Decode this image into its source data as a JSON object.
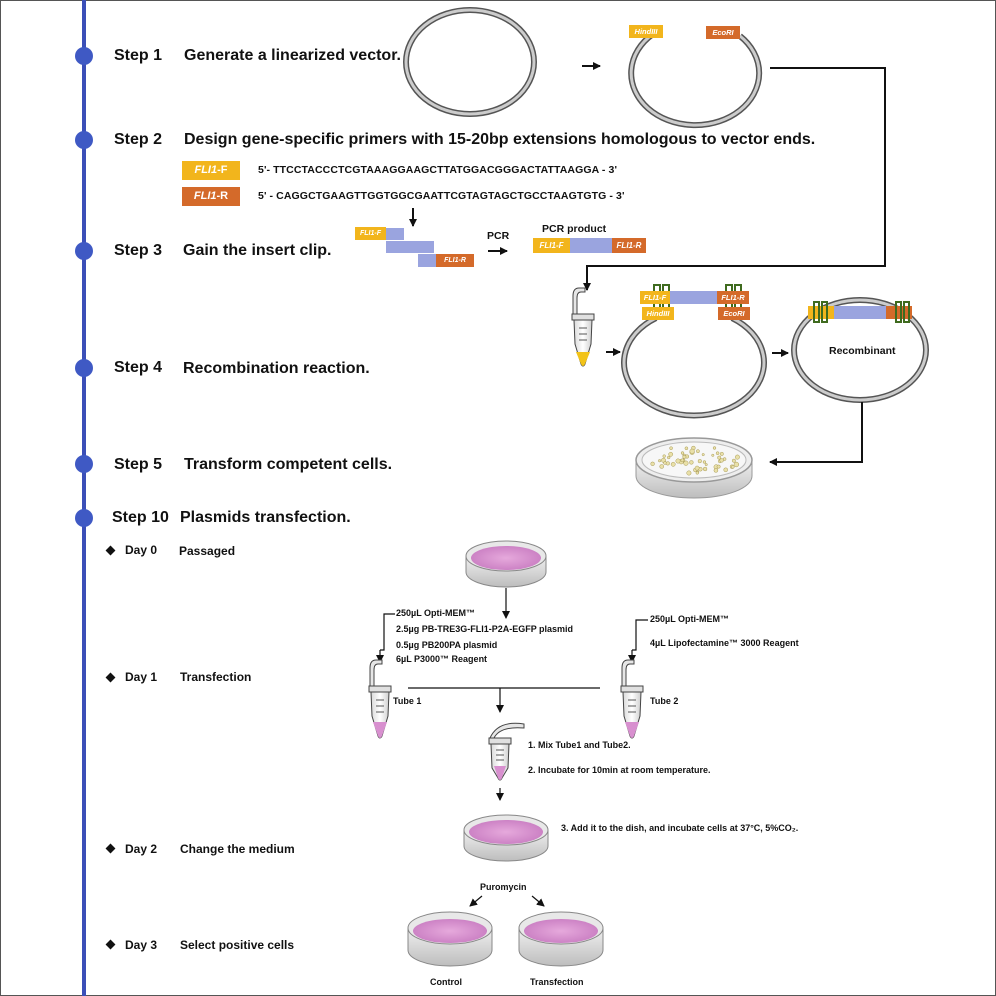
{
  "steps": [
    {
      "num": "Step 1",
      "text": "Generate a linearized vector."
    },
    {
      "num": "Step 2",
      "text": "Design gene-specific primers with 15-20bp extensions homologous to vector ends."
    },
    {
      "num": "Step 3",
      "text": "Gain the insert clip."
    },
    {
      "num": "Step 4",
      "text": "Recombination reaction."
    },
    {
      "num": "Step 5",
      "text": "Transform competent cells."
    },
    {
      "num": "Step 10",
      "text": "Plasmids transfection."
    }
  ],
  "enzymes": {
    "hind": "HindIII",
    "eco": "EcoRI"
  },
  "primers": {
    "f_name_italic": "FLI1",
    "f_suffix": "-F",
    "r_name_italic": "FLI1",
    "r_suffix": "-R",
    "f_seq": "5'- TTCCTACCCTCGTAAAGGAAGCTTATGGACGGGACTATTAAGGA -   3'",
    "r_seq": "5'   - CAGGCTGAAGTTGGTGGCGAATTCGTAGTAGCTGCCTAAGTGTG -   3'"
  },
  "pcr": {
    "arrow_label": "PCR",
    "product_label": "PCR product",
    "f_label": "FLI1-F",
    "r_label": "FLI1-R"
  },
  "recombinant_label": "Recombinant",
  "days": [
    {
      "day": "Day 0",
      "text": "Passaged"
    },
    {
      "day": "Day 1",
      "text": "Transfection"
    },
    {
      "day": "Day 2",
      "text": "Change the medium"
    },
    {
      "day": "Day 3",
      "text": "Select positive cells"
    }
  ],
  "tube1": {
    "label": "Tube 1",
    "reagents": [
      "250µL Opti-MEM™",
      "2.5µg PB-TRE3G-FLI1-P2A-EGFP plasmid",
      "0.5µg PB200PA plasmid",
      "6µL P3000™ Reagent"
    ]
  },
  "tube2": {
    "label": "Tube 2",
    "reagents": [
      "250µL Opti-MEM™",
      "4µL Lipofectamine™ 3000 Reagent"
    ]
  },
  "mix_steps": [
    "1. Mix Tube1 and Tube2.",
    "2. Incubate for 10min at room temperature.",
    "3. Add it to the dish, and incubate cells at 37°C, 5%CO₂."
  ],
  "puromycin": "Puromycin",
  "dish_labels": {
    "control": "Control",
    "transfection": "Transfection"
  },
  "colors": {
    "timeline": "#3b4fb8",
    "node": "#3f59c4",
    "yellow": "#f2b51c",
    "orange": "#d46a2a",
    "insert": "#9aa4df",
    "pink": "#d890cf",
    "grey": "#c9c9c9",
    "green": "#3f6b1f"
  }
}
